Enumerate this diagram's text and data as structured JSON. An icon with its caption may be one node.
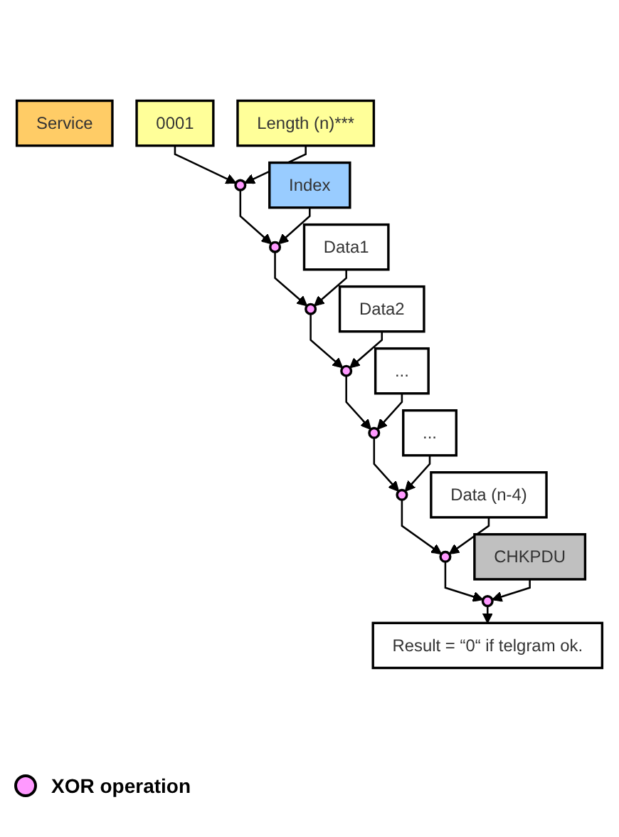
{
  "diagram": {
    "nodes": [
      {
        "text": [
          "Service"
        ]
      },
      {
        "text": [
          "0001"
        ]
      },
      {
        "text": [
          "Length (n)***"
        ]
      },
      {
        "text": [
          "Index"
        ]
      },
      {
        "text": [
          "Data1"
        ]
      },
      {
        "text": [
          "Data2"
        ]
      },
      {
        "text": [
          "..."
        ]
      },
      {
        "text": [
          "..."
        ]
      },
      {
        "text": [
          "Data (n-4)"
        ]
      },
      {
        "text": [
          "CHKPDU"
        ]
      },
      {
        "text": [],
        "shape": "circle"
      },
      {
        "text": [],
        "shape": "circle"
      },
      {
        "text": [],
        "shape": "circle"
      },
      {
        "text": [],
        "shape": "circle"
      },
      {
        "text": [],
        "shape": "circle"
      },
      {
        "text": [],
        "shape": "circle"
      },
      {
        "text": [],
        "shape": "circle"
      },
      {
        "text": [],
        "shape": "circle"
      },
      {
        "text": [
          "Result = “0“ if telgram ok."
        ]
      }
    ],
    "edges": [
      {
        "from": 1,
        "to": 10,
        "arrow": "to"
      },
      {
        "from": 2,
        "to": 10,
        "arrow": "to"
      },
      {
        "from": 10,
        "to": 11,
        "arrow": "to"
      },
      {
        "from": 3,
        "to": 11,
        "arrow": "to"
      },
      {
        "from": 11,
        "to": 12,
        "arrow": "to"
      },
      {
        "from": 4,
        "to": 12,
        "arrow": "to"
      },
      {
        "from": 12,
        "to": 13,
        "arrow": "to"
      },
      {
        "from": 5,
        "to": 13,
        "arrow": "to"
      },
      {
        "from": 13,
        "to": 14,
        "arrow": "to"
      },
      {
        "from": 6,
        "to": 14,
        "arrow": "to"
      },
      {
        "from": 14,
        "to": 15,
        "arrow": "to"
      },
      {
        "from": 7,
        "to": 15,
        "arrow": "to"
      },
      {
        "from": 15,
        "to": 16,
        "arrow": "to"
      },
      {
        "from": 8,
        "to": 16,
        "arrow": "to"
      },
      {
        "from": 16,
        "to": 17,
        "arrow": "to"
      },
      {
        "from": 9,
        "to": 17,
        "arrow": "to"
      },
      {
        "from": 17,
        "to": 18,
        "arrow": "to"
      }
    ],
    "legend": [
      {
        "text": "XOR operation",
        "color": "#ff99ff"
      }
    ]
  }
}
